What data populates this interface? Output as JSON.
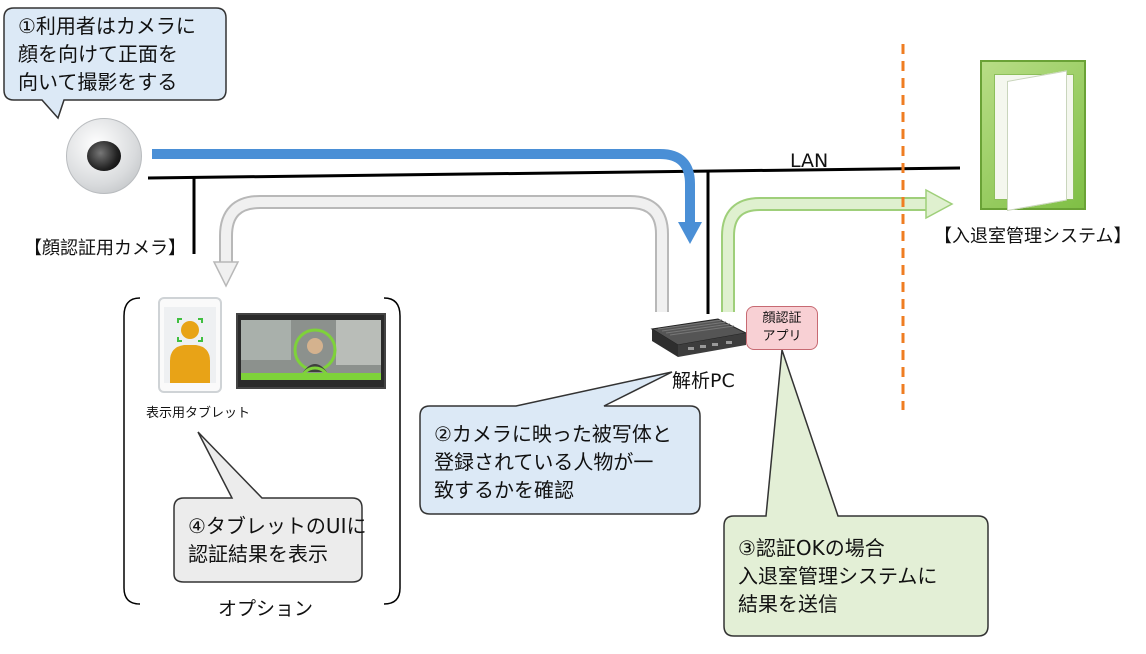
{
  "callouts": {
    "c1": "①利用者はカメラに\n顔を向けて正面を\n向いて撮影をする",
    "c2": "②カメラに映った被写体と\n登録されている人物が一\n致するかを確認",
    "c3": "③認証OKの場合\n入退室管理システムに\n結果を送信",
    "c4": "④タブレットのUIに\n認証結果を表示"
  },
  "labels": {
    "lan": "LAN",
    "camera": "【顔認証用カメラ】",
    "access_system": "【入退室管理システム】",
    "analysis_pc": "解析PC",
    "face_app": "顔認証\nアプリ",
    "tablet": "表示用タブレット",
    "option": "オプション"
  },
  "colors": {
    "blue_arrow": "#4a8fd6",
    "gray_arrow": "#d9d9d9",
    "green_arrow": "#cfe7b9",
    "orange_dash": "#ef7d22",
    "callout_blue": "#dce9f6",
    "callout_gray": "#ececec",
    "callout_green": "#e3efd6"
  }
}
